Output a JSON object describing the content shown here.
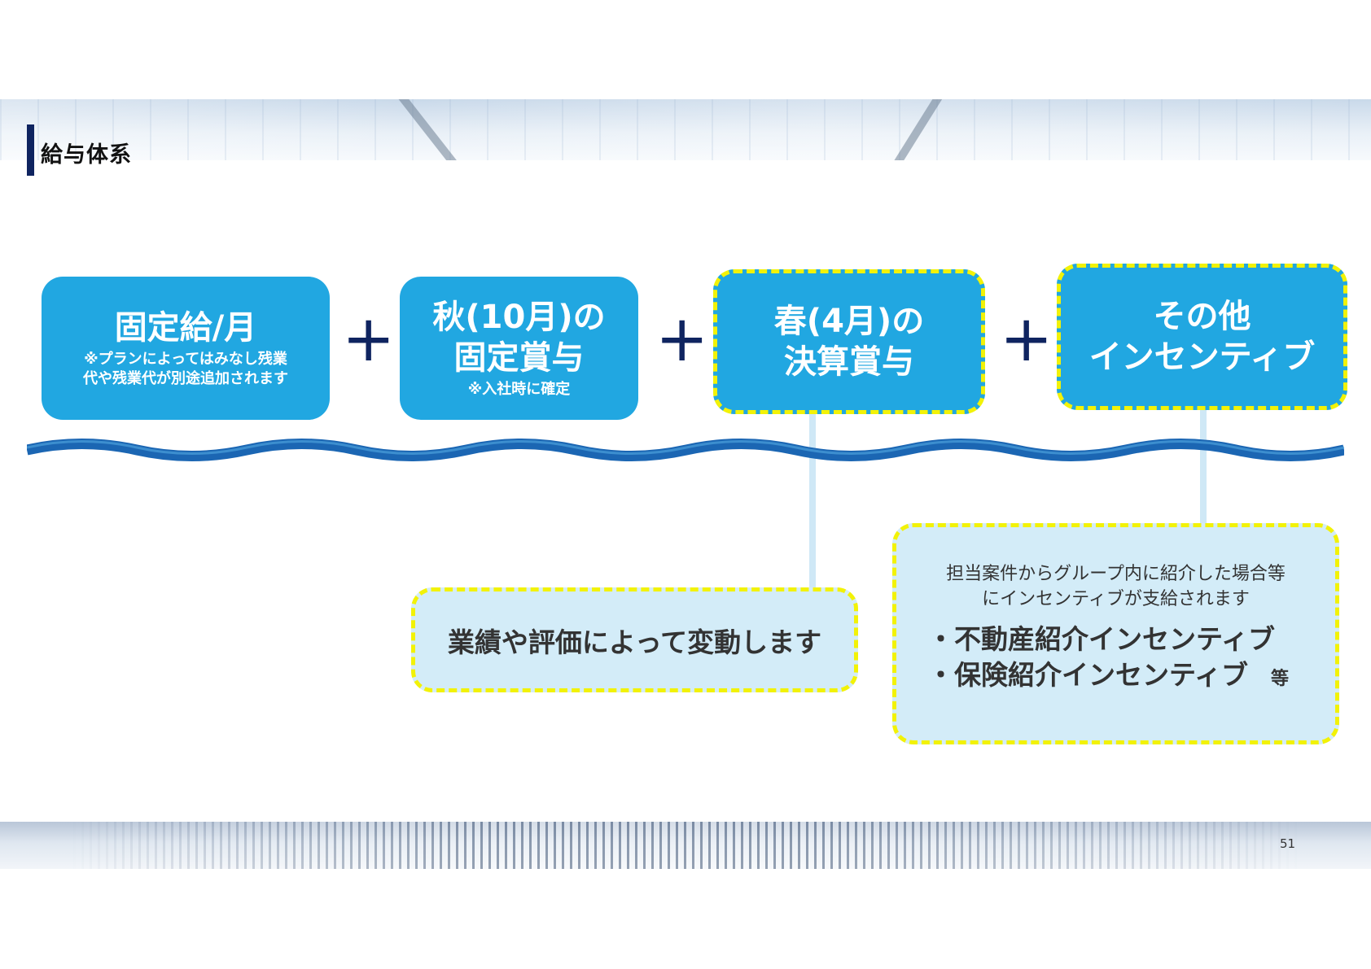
{
  "page_title": "給与体系",
  "boxes": {
    "fixed_salary": {
      "main": "固定給/月",
      "note_line1": "※プランによってはみなし残業",
      "note_line2": "代や残業代が別途追加されます"
    },
    "autumn_bonus": {
      "main_line1": "秋(10月)の",
      "main_line2": "固定賞与",
      "note": "※入社時に確定"
    },
    "spring_bonus": {
      "main_line1": "春(4月)の",
      "main_line2": "決算賞与"
    },
    "other_incentive": {
      "main_line1": "その他",
      "main_line2": "インセンティブ"
    }
  },
  "operator": "+",
  "callouts": {
    "performance": {
      "text": "業績や評価によって変動します"
    },
    "incentive": {
      "lead_line1": "担当案件からグループ内に紹介した場合等",
      "lead_line2": "にインセンティブが支給されます",
      "bullets": [
        "・不動産紹介インセンティブ",
        "・保険紹介インセンティブ"
      ],
      "etc": "等"
    }
  },
  "page_number": "51",
  "colors": {
    "box_fill": "#21a7e1",
    "dashed_border": "#f2f207",
    "callout_fill": "#d3ecf8",
    "accent_navy": "#0f2460",
    "wave": "#1b66b3"
  }
}
